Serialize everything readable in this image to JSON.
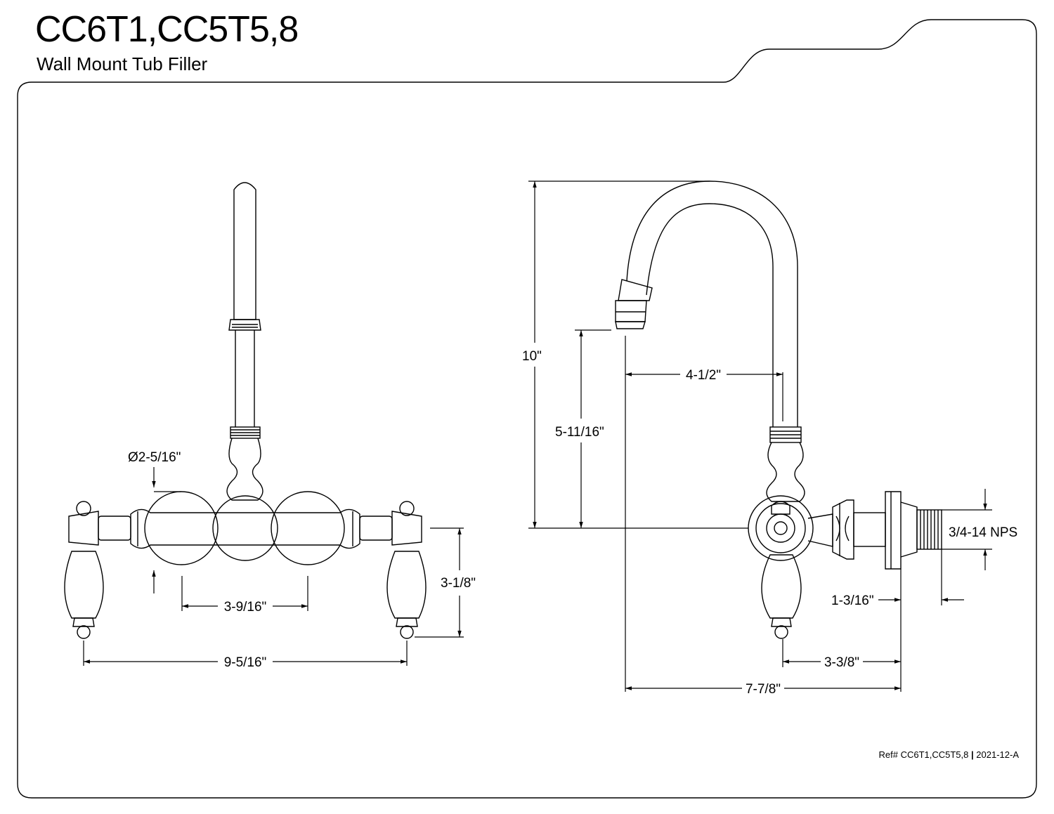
{
  "header": {
    "title": "CC6T1,CC5T5,8",
    "subtitle": "Wall Mount Tub Filler"
  },
  "front_view": {
    "dims": {
      "diameter": "Ø2-5/16\"",
      "spacing": "3-9/16\"",
      "height": "3-1/8\"",
      "width": "9-5/16\""
    }
  },
  "side_view": {
    "dims": {
      "total_height": "10\"",
      "spout_height": "5-11/16\"",
      "reach": "4-1/2\"",
      "thread": "3/4-14 NPS",
      "inlet_depth": "1-3/16\"",
      "handle_depth": "3-3/8\"",
      "overall_depth": "7-7/8\""
    }
  },
  "footer": {
    "ref": "Ref# CC6T1,CC5T5,8",
    "separator": "|",
    "revision": "2021-12-A"
  },
  "colors": {
    "line": "#000000",
    "background": "#ffffff"
  }
}
